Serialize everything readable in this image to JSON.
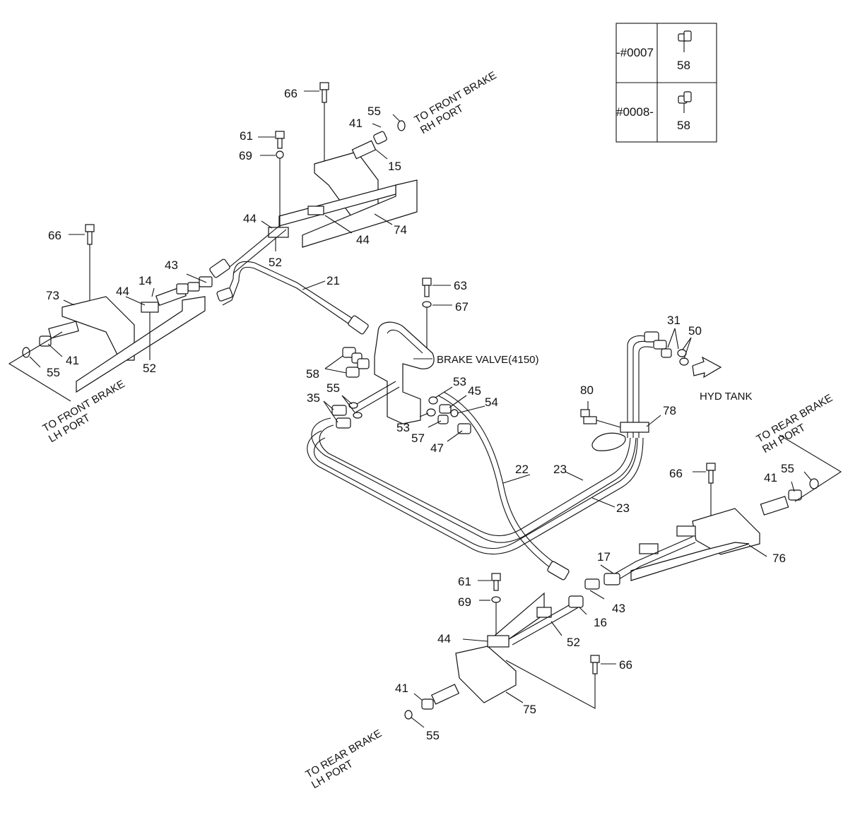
{
  "table": {
    "rows": [
      {
        "serial": "-#0007",
        "part": "58"
      },
      {
        "serial": "#0008-",
        "part": "58"
      }
    ]
  },
  "notes": {
    "front_rh": [
      "TO FRONT BRAKE",
      "RH PORT"
    ],
    "front_lh": [
      "TO FRONT BRAKE",
      "LH PORT"
    ],
    "rear_rh": [
      "TO REAR BRAKE",
      "RH PORT"
    ],
    "rear_lh": [
      "TO REAR BRAKE",
      "LH PORT"
    ],
    "brake_valve": "BRAKE VALVE(4150)",
    "hyd_tank": "HYD TANK"
  },
  "callouts": [
    {
      "id": "c66a",
      "text": "66"
    },
    {
      "id": "c55a",
      "text": "55"
    },
    {
      "id": "c41a",
      "text": "41"
    },
    {
      "id": "c15",
      "text": "15"
    },
    {
      "id": "c61a",
      "text": "61"
    },
    {
      "id": "c69a",
      "text": "69"
    },
    {
      "id": "c44a",
      "text": "44"
    },
    {
      "id": "c44b",
      "text": "44"
    },
    {
      "id": "c74",
      "text": "74"
    },
    {
      "id": "c52a",
      "text": "52"
    },
    {
      "id": "c66b",
      "text": "66"
    },
    {
      "id": "c43a",
      "text": "43"
    },
    {
      "id": "c21",
      "text": "21"
    },
    {
      "id": "c73",
      "text": "73"
    },
    {
      "id": "c44c",
      "text": "44"
    },
    {
      "id": "c14",
      "text": "14"
    },
    {
      "id": "c41b",
      "text": "41"
    },
    {
      "id": "c55b",
      "text": "55"
    },
    {
      "id": "c52b",
      "text": "52"
    },
    {
      "id": "c63",
      "text": "63"
    },
    {
      "id": "c67",
      "text": "67"
    },
    {
      "id": "c58",
      "text": "58"
    },
    {
      "id": "c55c",
      "text": "55"
    },
    {
      "id": "c35",
      "text": "35"
    },
    {
      "id": "c53a",
      "text": "53"
    },
    {
      "id": "c45",
      "text": "45"
    },
    {
      "id": "c54",
      "text": "54"
    },
    {
      "id": "c53b",
      "text": "53"
    },
    {
      "id": "c57",
      "text": "57"
    },
    {
      "id": "c47",
      "text": "47"
    },
    {
      "id": "c31",
      "text": "31"
    },
    {
      "id": "c50",
      "text": "50"
    },
    {
      "id": "c80",
      "text": "80"
    },
    {
      "id": "c78",
      "text": "78"
    },
    {
      "id": "c22",
      "text": "22"
    },
    {
      "id": "c23a",
      "text": "23"
    },
    {
      "id": "c23b",
      "text": "23"
    },
    {
      "id": "c66c",
      "text": "66"
    },
    {
      "id": "c41c",
      "text": "41"
    },
    {
      "id": "c55d",
      "text": "55"
    },
    {
      "id": "c76",
      "text": "76"
    },
    {
      "id": "c17",
      "text": "17"
    },
    {
      "id": "c61b",
      "text": "61"
    },
    {
      "id": "c69b",
      "text": "69"
    },
    {
      "id": "c43b",
      "text": "43"
    },
    {
      "id": "c16",
      "text": "16"
    },
    {
      "id": "c52c",
      "text": "52"
    },
    {
      "id": "c44d",
      "text": "44"
    },
    {
      "id": "c66d",
      "text": "66"
    },
    {
      "id": "c41d",
      "text": "41"
    },
    {
      "id": "c75",
      "text": "75"
    },
    {
      "id": "c55e",
      "text": "55"
    }
  ]
}
